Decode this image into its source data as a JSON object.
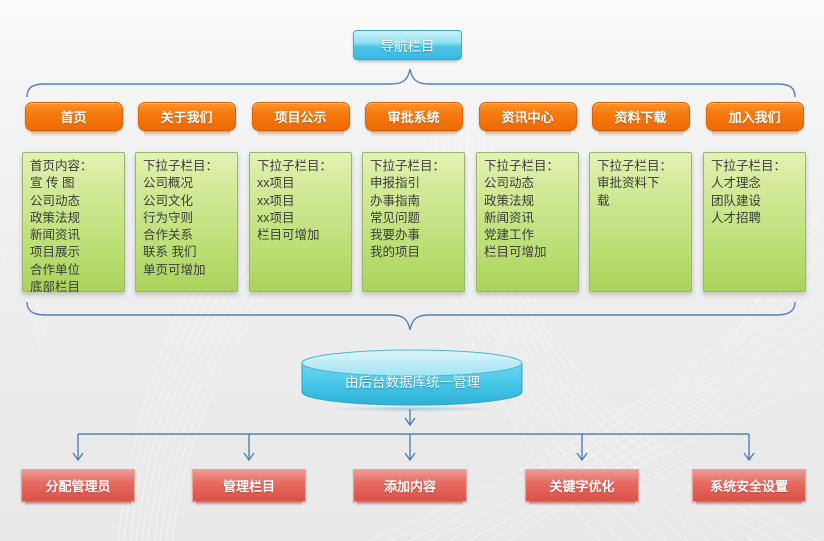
{
  "top": {
    "label": "导航栏目"
  },
  "columns": [
    {
      "title": "首页",
      "lines": [
        "首页内容：",
        "宣 传 图",
        "公司动态",
        "政策法规",
        "新闻资讯",
        "项目展示",
        "合作单位",
        "底部栏目"
      ]
    },
    {
      "title": "关于我们",
      "lines": [
        "下拉子栏目：",
        "公司概况",
        "公司文化",
        "行为守则",
        "合作关系",
        "联系 我们",
        "单页可增加"
      ]
    },
    {
      "title": "项目公示",
      "lines": [
        "下拉子栏目：",
        "xx项目",
        "xx项目",
        "xx项目",
        "栏目可增加"
      ]
    },
    {
      "title": "审批系统",
      "lines": [
        "下拉子栏目：",
        "申报指引",
        "办事指南",
        "常见问题",
        "我要办事",
        "我的项目"
      ]
    },
    {
      "title": "资讯中心",
      "lines": [
        "下拉子栏目：",
        "公司动态",
        "政策法规",
        "新闻资讯",
        "党建工作",
        "栏目可增加"
      ]
    },
    {
      "title": "资料下载",
      "lines": [
        "下拉子栏目：",
        "审批资料下",
        "载"
      ]
    },
    {
      "title": "加入我们",
      "lines": [
        "下拉子栏目：",
        "人才理念",
        "团队建设",
        "人才招聘"
      ]
    }
  ],
  "database": {
    "label": "由后台数据库统一管理"
  },
  "admin": {
    "items": [
      {
        "label": "分配管理员"
      },
      {
        "label": "管理栏目"
      },
      {
        "label": "添加内容"
      },
      {
        "label": "关键字优化"
      },
      {
        "label": "系统安全设置"
      }
    ]
  },
  "colors": {
    "nav_root_cyan": "#3fc0e4",
    "header_orange": "#ef6a04",
    "sublist_green": "#b5db66",
    "database_cyan": "#45c6e8",
    "admin_red": "#dc5147",
    "connector_blue": "#4f81bd",
    "text_on_color": "#ffffff",
    "sublist_text": "#3c3c3c",
    "background": "#ededed"
  }
}
